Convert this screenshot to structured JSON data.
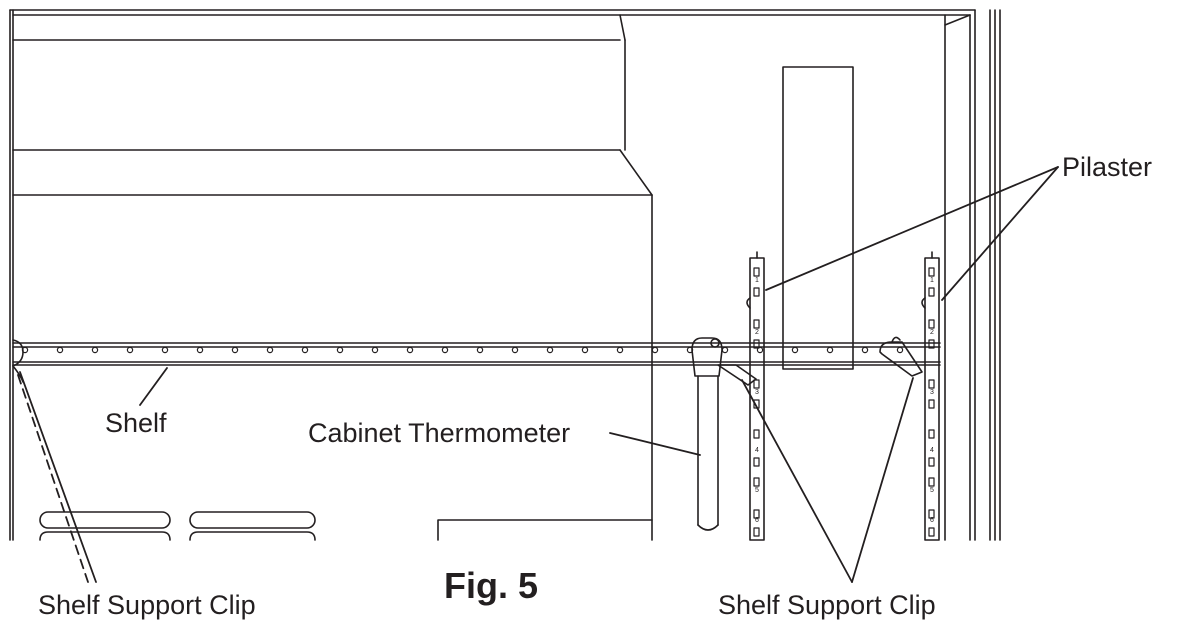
{
  "figure": {
    "caption": "Fig. 5"
  },
  "labels": {
    "pilaster": "Pilaster",
    "shelf": "Shelf",
    "cabinet_thermometer": "Cabinet Thermometer",
    "shelf_support_clip_left": "Shelf Support Clip",
    "shelf_support_clip_right": "Shelf Support Clip"
  },
  "pilaster_numbers": [
    "1",
    "2",
    "3",
    "4",
    "5",
    "6"
  ],
  "colors": {
    "line": "#231f20",
    "background": "#ffffff"
  }
}
